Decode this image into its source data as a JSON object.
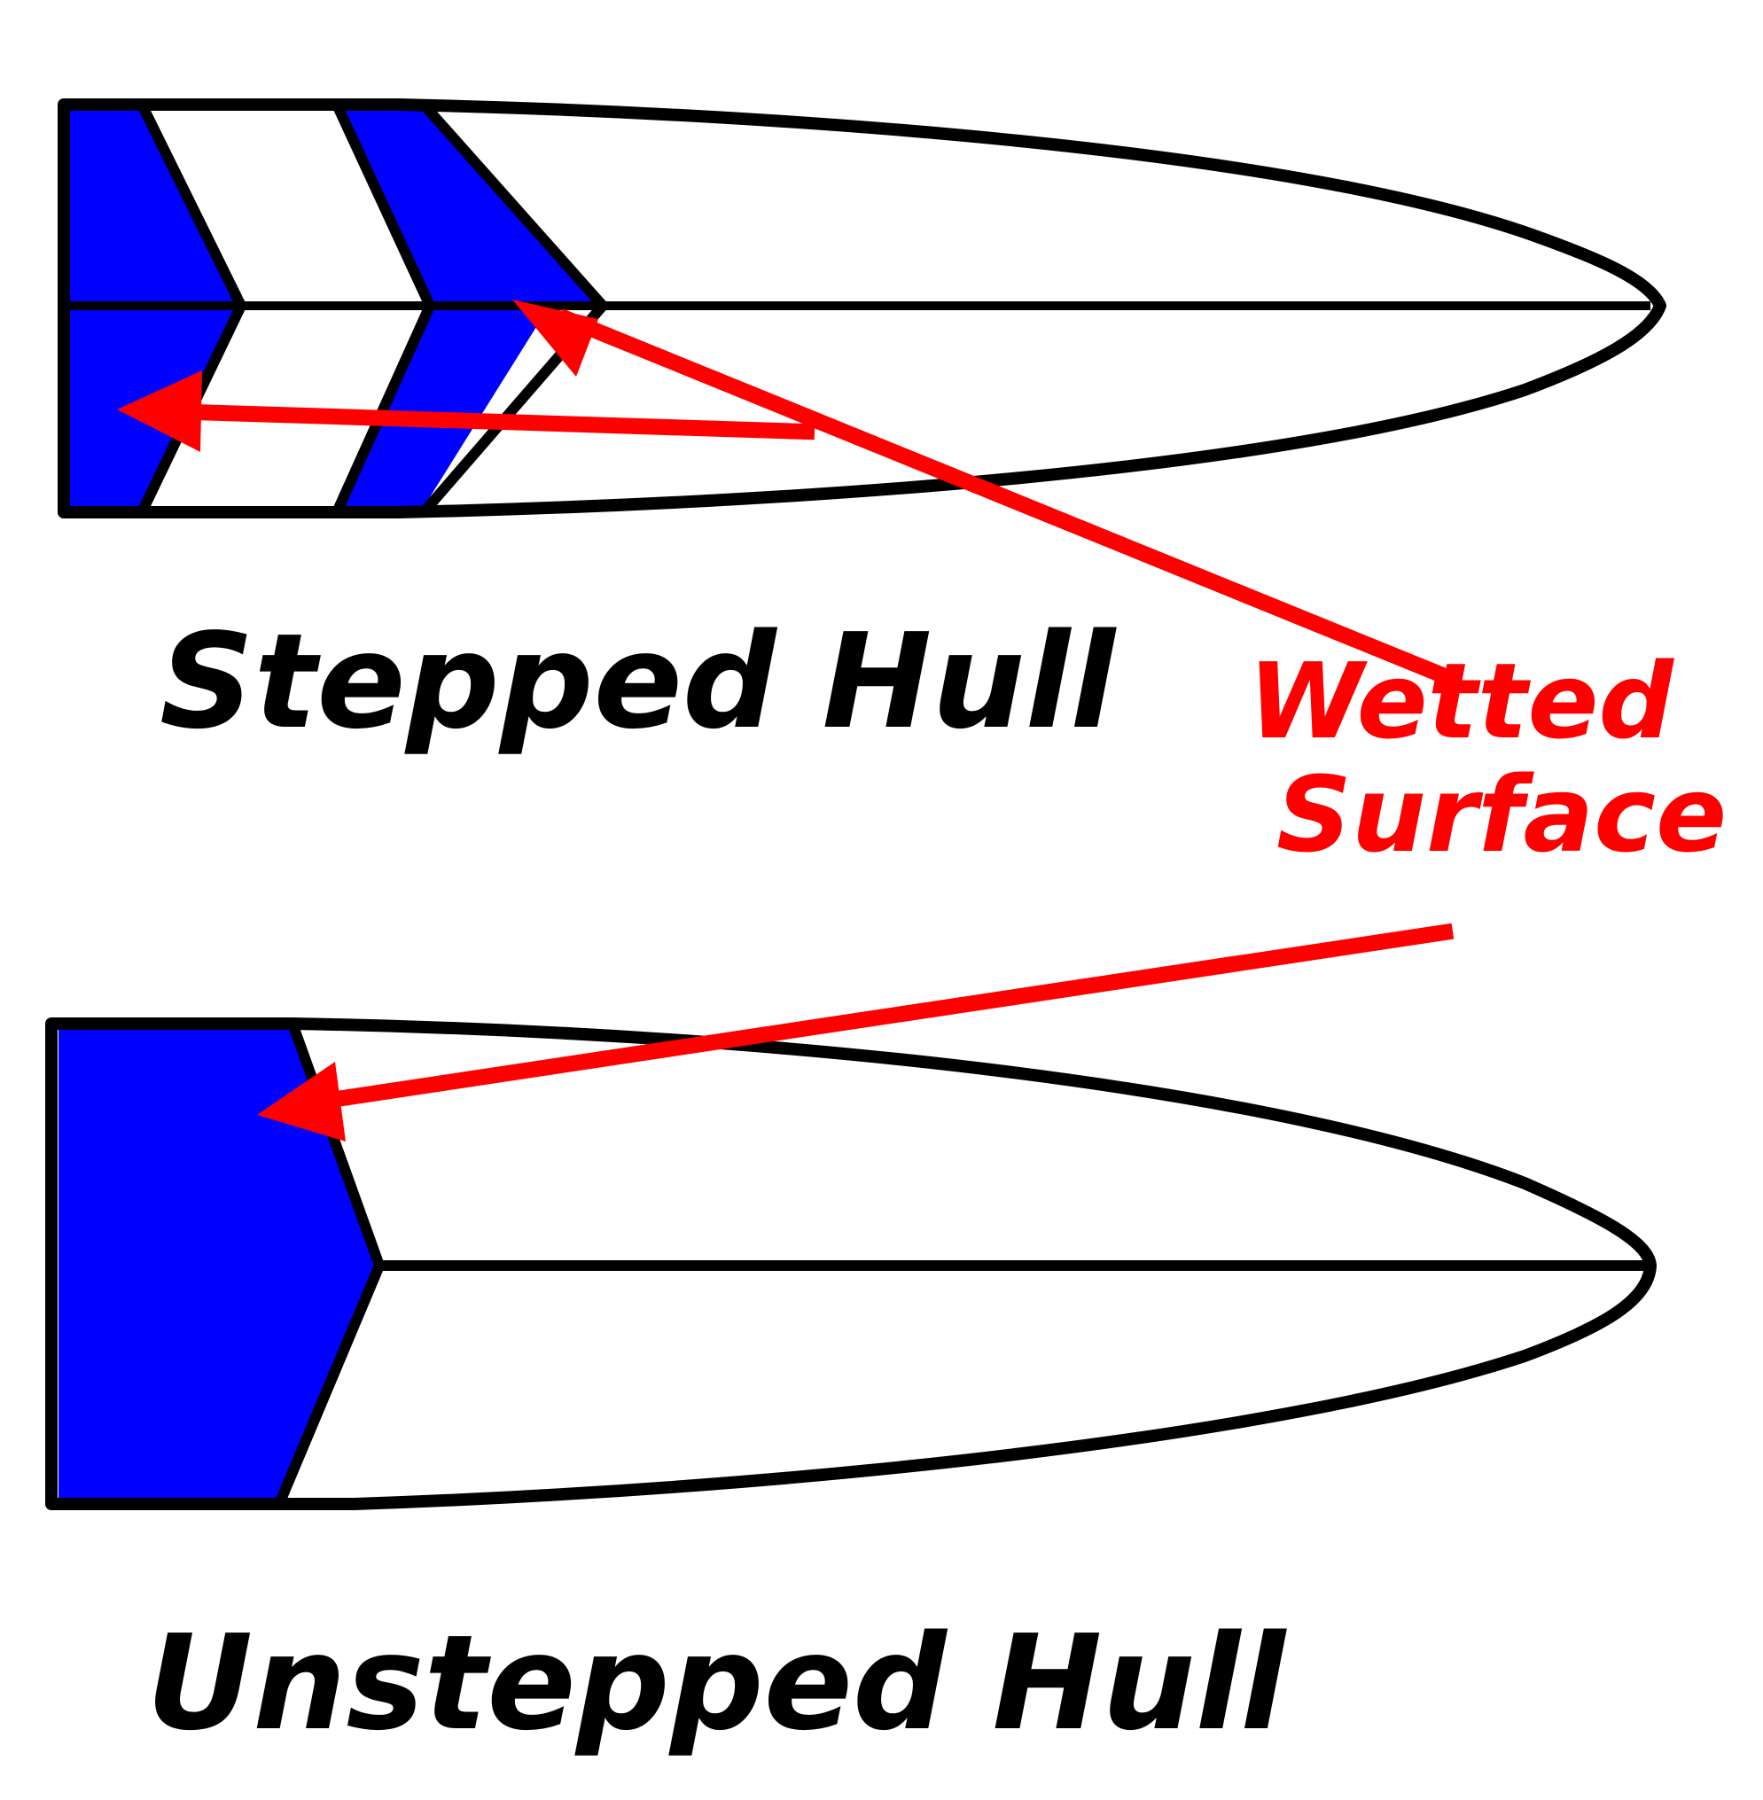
{
  "labels": {
    "stepped": "Stepped Hull",
    "unstepped": "Unstepped Hull",
    "wetted_line1": "Wetted",
    "wetted_line2": "Surface"
  },
  "colors": {
    "wetted_fill": "#0000ff",
    "arrow": "#ff0000",
    "outline": "#000000",
    "hull_fill": "#ffffff",
    "label_text": "#000000",
    "wetted_text": "#ff0000"
  }
}
